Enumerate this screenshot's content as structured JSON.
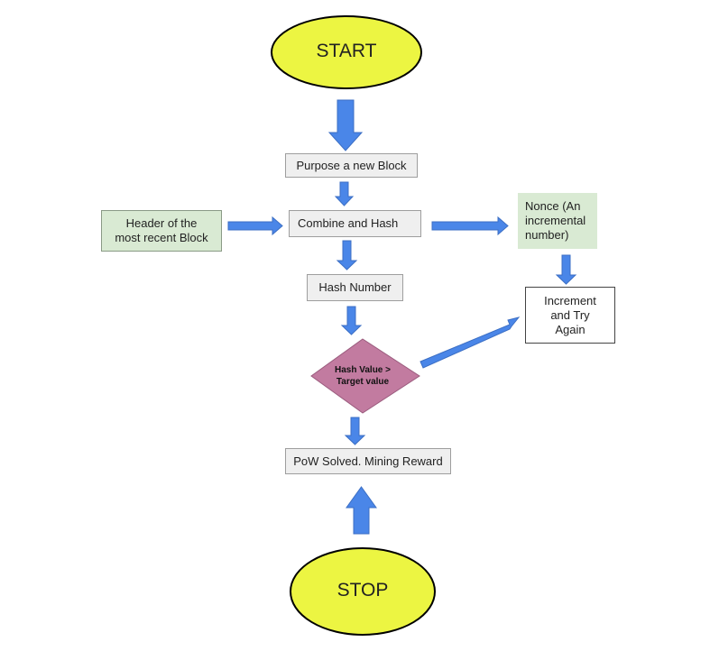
{
  "diagram": {
    "title": "Proof of Work mining flowchart",
    "colors": {
      "terminal_fill": "#ecf542",
      "terminal_stroke": "#000000",
      "process_fill": "#efefef",
      "input_fill": "#d9ead3",
      "decision_fill": "#c27ba0",
      "arrow_fill": "#4a86e8",
      "arrow_stroke": "#3c6fc4"
    },
    "nodes": {
      "start": {
        "label": "START",
        "shape": "ellipse"
      },
      "propose_block": {
        "label": "Purpose a new Block",
        "shape": "rectangle"
      },
      "header": {
        "label": "Header of the most recent Block",
        "line1": "Header of the",
        "line2": "most recent Block",
        "shape": "rectangle"
      },
      "combine_hash": {
        "label": "Combine and Hash",
        "shape": "rectangle"
      },
      "nonce": {
        "label": "Nonce (An incremental number)",
        "line1": "Nonce (An",
        "line2": "incremental",
        "line3": "number)",
        "shape": "rectangle"
      },
      "hash_number": {
        "label": "Hash Number",
        "shape": "rectangle"
      },
      "increment": {
        "label": "Increment and Try Again",
        "line1": "Increment",
        "line2": "and Try",
        "line3": "Again",
        "shape": "rectangle"
      },
      "decision": {
        "label": "Hash Value > Target value",
        "line1": "Hash Value >",
        "line2": "Target value",
        "shape": "diamond"
      },
      "pow_solved": {
        "label": "PoW Solved. Mining Reward",
        "shape": "rectangle"
      },
      "stop": {
        "label": "STOP",
        "shape": "ellipse"
      }
    },
    "edges": [
      {
        "from": "start",
        "to": "propose_block"
      },
      {
        "from": "propose_block",
        "to": "combine_hash"
      },
      {
        "from": "header",
        "to": "combine_hash"
      },
      {
        "from": "combine_hash",
        "to": "nonce"
      },
      {
        "from": "combine_hash",
        "to": "hash_number"
      },
      {
        "from": "nonce",
        "to": "increment"
      },
      {
        "from": "hash_number",
        "to": "decision"
      },
      {
        "from": "decision",
        "to": "increment"
      },
      {
        "from": "decision",
        "to": "pow_solved"
      },
      {
        "from": "stop",
        "to": "pow_solved"
      }
    ]
  }
}
